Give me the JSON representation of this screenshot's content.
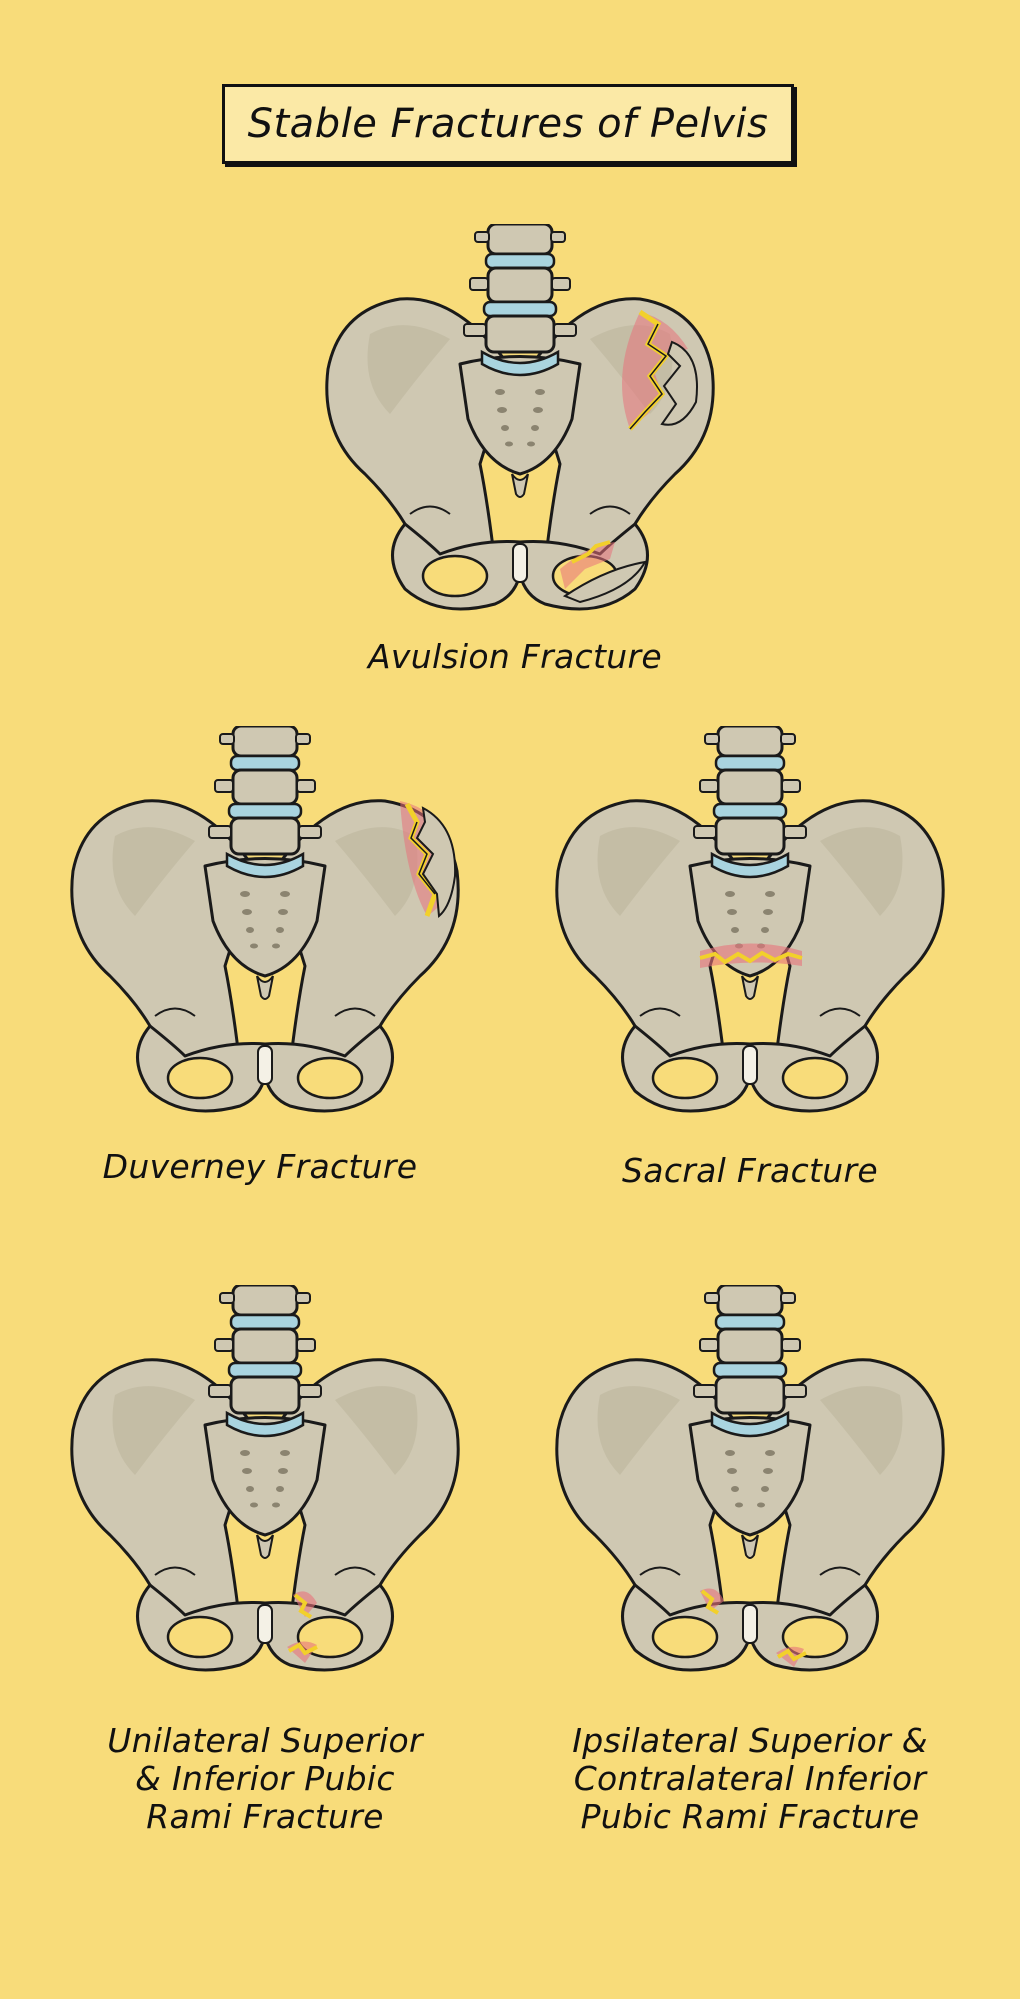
{
  "title": "Stable Fractures of Pelvis",
  "colors": {
    "background": "#f8dc7a",
    "bone": "#cfc8b2",
    "outline": "#1a1a1a",
    "disc": "#a9d4df",
    "fracture_glow": "#e8737b",
    "fracture_line": "#f2d02b"
  },
  "panels": [
    {
      "id": "avulsion",
      "caption_lines": [
        "Avulsion Fracture"
      ]
    },
    {
      "id": "duverney",
      "caption_lines": [
        "Duverney Fracture"
      ]
    },
    {
      "id": "sacral",
      "caption_lines": [
        "Sacral Fracture"
      ]
    },
    {
      "id": "unilateral",
      "caption_lines": [
        "Unilateral Superior",
        "& Inferior Pubic",
        "Rami Fracture"
      ]
    },
    {
      "id": "ipsilateral",
      "caption_lines": [
        "Ipsilateral Superior &",
        "Contralateral Inferior",
        "Pubic Rami Fracture"
      ]
    }
  ]
}
